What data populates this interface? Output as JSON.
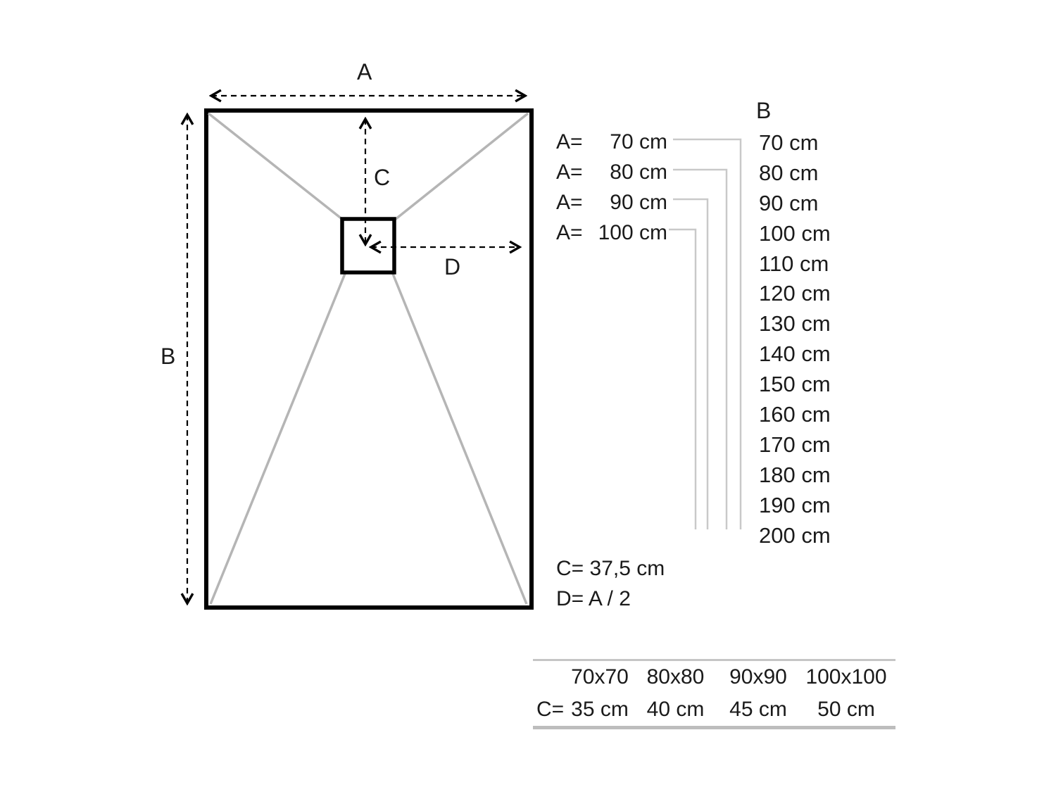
{
  "colors": {
    "diagonal_gray": "#b5b5b5",
    "connector_gray": "#c9c9c9",
    "black": "#000000"
  },
  "diagram": {
    "label_a": "A",
    "label_b": "B",
    "label_c": "C",
    "label_d": "D"
  },
  "a_options": [
    {
      "prefix": "A=",
      "value": "70 cm"
    },
    {
      "prefix": "A=",
      "value": "80 cm"
    },
    {
      "prefix": "A=",
      "value": "90 cm"
    },
    {
      "prefix": "A=",
      "value": "100 cm"
    }
  ],
  "b_column": {
    "header": "B",
    "values": [
      "70 cm",
      "80 cm",
      "90 cm",
      "100 cm",
      "110 cm",
      "120 cm",
      "130 cm",
      "140 cm",
      "150 cm",
      "160 cm",
      "170 cm",
      "180 cm",
      "190 cm",
      "200 cm"
    ]
  },
  "formulas": {
    "c": "C= 37,5 cm",
    "d": "D= A / 2"
  },
  "size_table": {
    "row_label": "C=",
    "sizes": [
      "70x70",
      "80x80",
      "90x90",
      "100x100"
    ],
    "c_values": [
      "35 cm",
      "40 cm",
      "45 cm",
      "50 cm"
    ]
  }
}
